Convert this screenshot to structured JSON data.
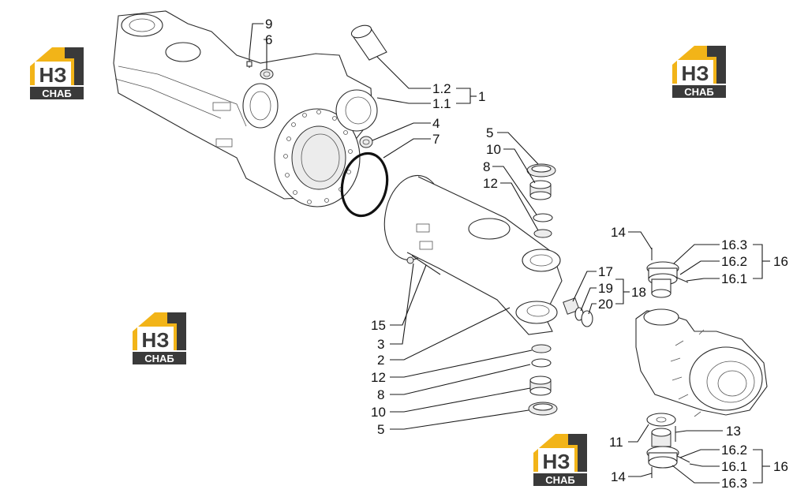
{
  "logo": {
    "top": "НЗ",
    "bottom": "СНАБ",
    "accent": "#f2b418",
    "dark": "#3a3a3a"
  },
  "callouts": {
    "c9": "9",
    "c6": "6",
    "c1_2": "1.2",
    "c1_1": "1.1",
    "c1": "1",
    "c4": "4",
    "c7": "7",
    "c5a": "5",
    "c10a": "10",
    "c8a": "8",
    "c12a": "12",
    "c14a": "14",
    "c16_3a": "16.3",
    "c16_2a": "16.2",
    "c16_1a": "16.1",
    "c16a": "16",
    "c17": "17",
    "c19": "19",
    "c20": "20",
    "c18": "18",
    "c15": "15",
    "c3": "3",
    "c2": "2",
    "c12b": "12",
    "c8b": "8",
    "c10b": "10",
    "c5b": "5",
    "c11": "11",
    "c13": "13",
    "c16_2b": "16.2",
    "c16_1b": "16.1",
    "c16_3b": "16.3",
    "c16b": "16",
    "c14b": "14"
  }
}
